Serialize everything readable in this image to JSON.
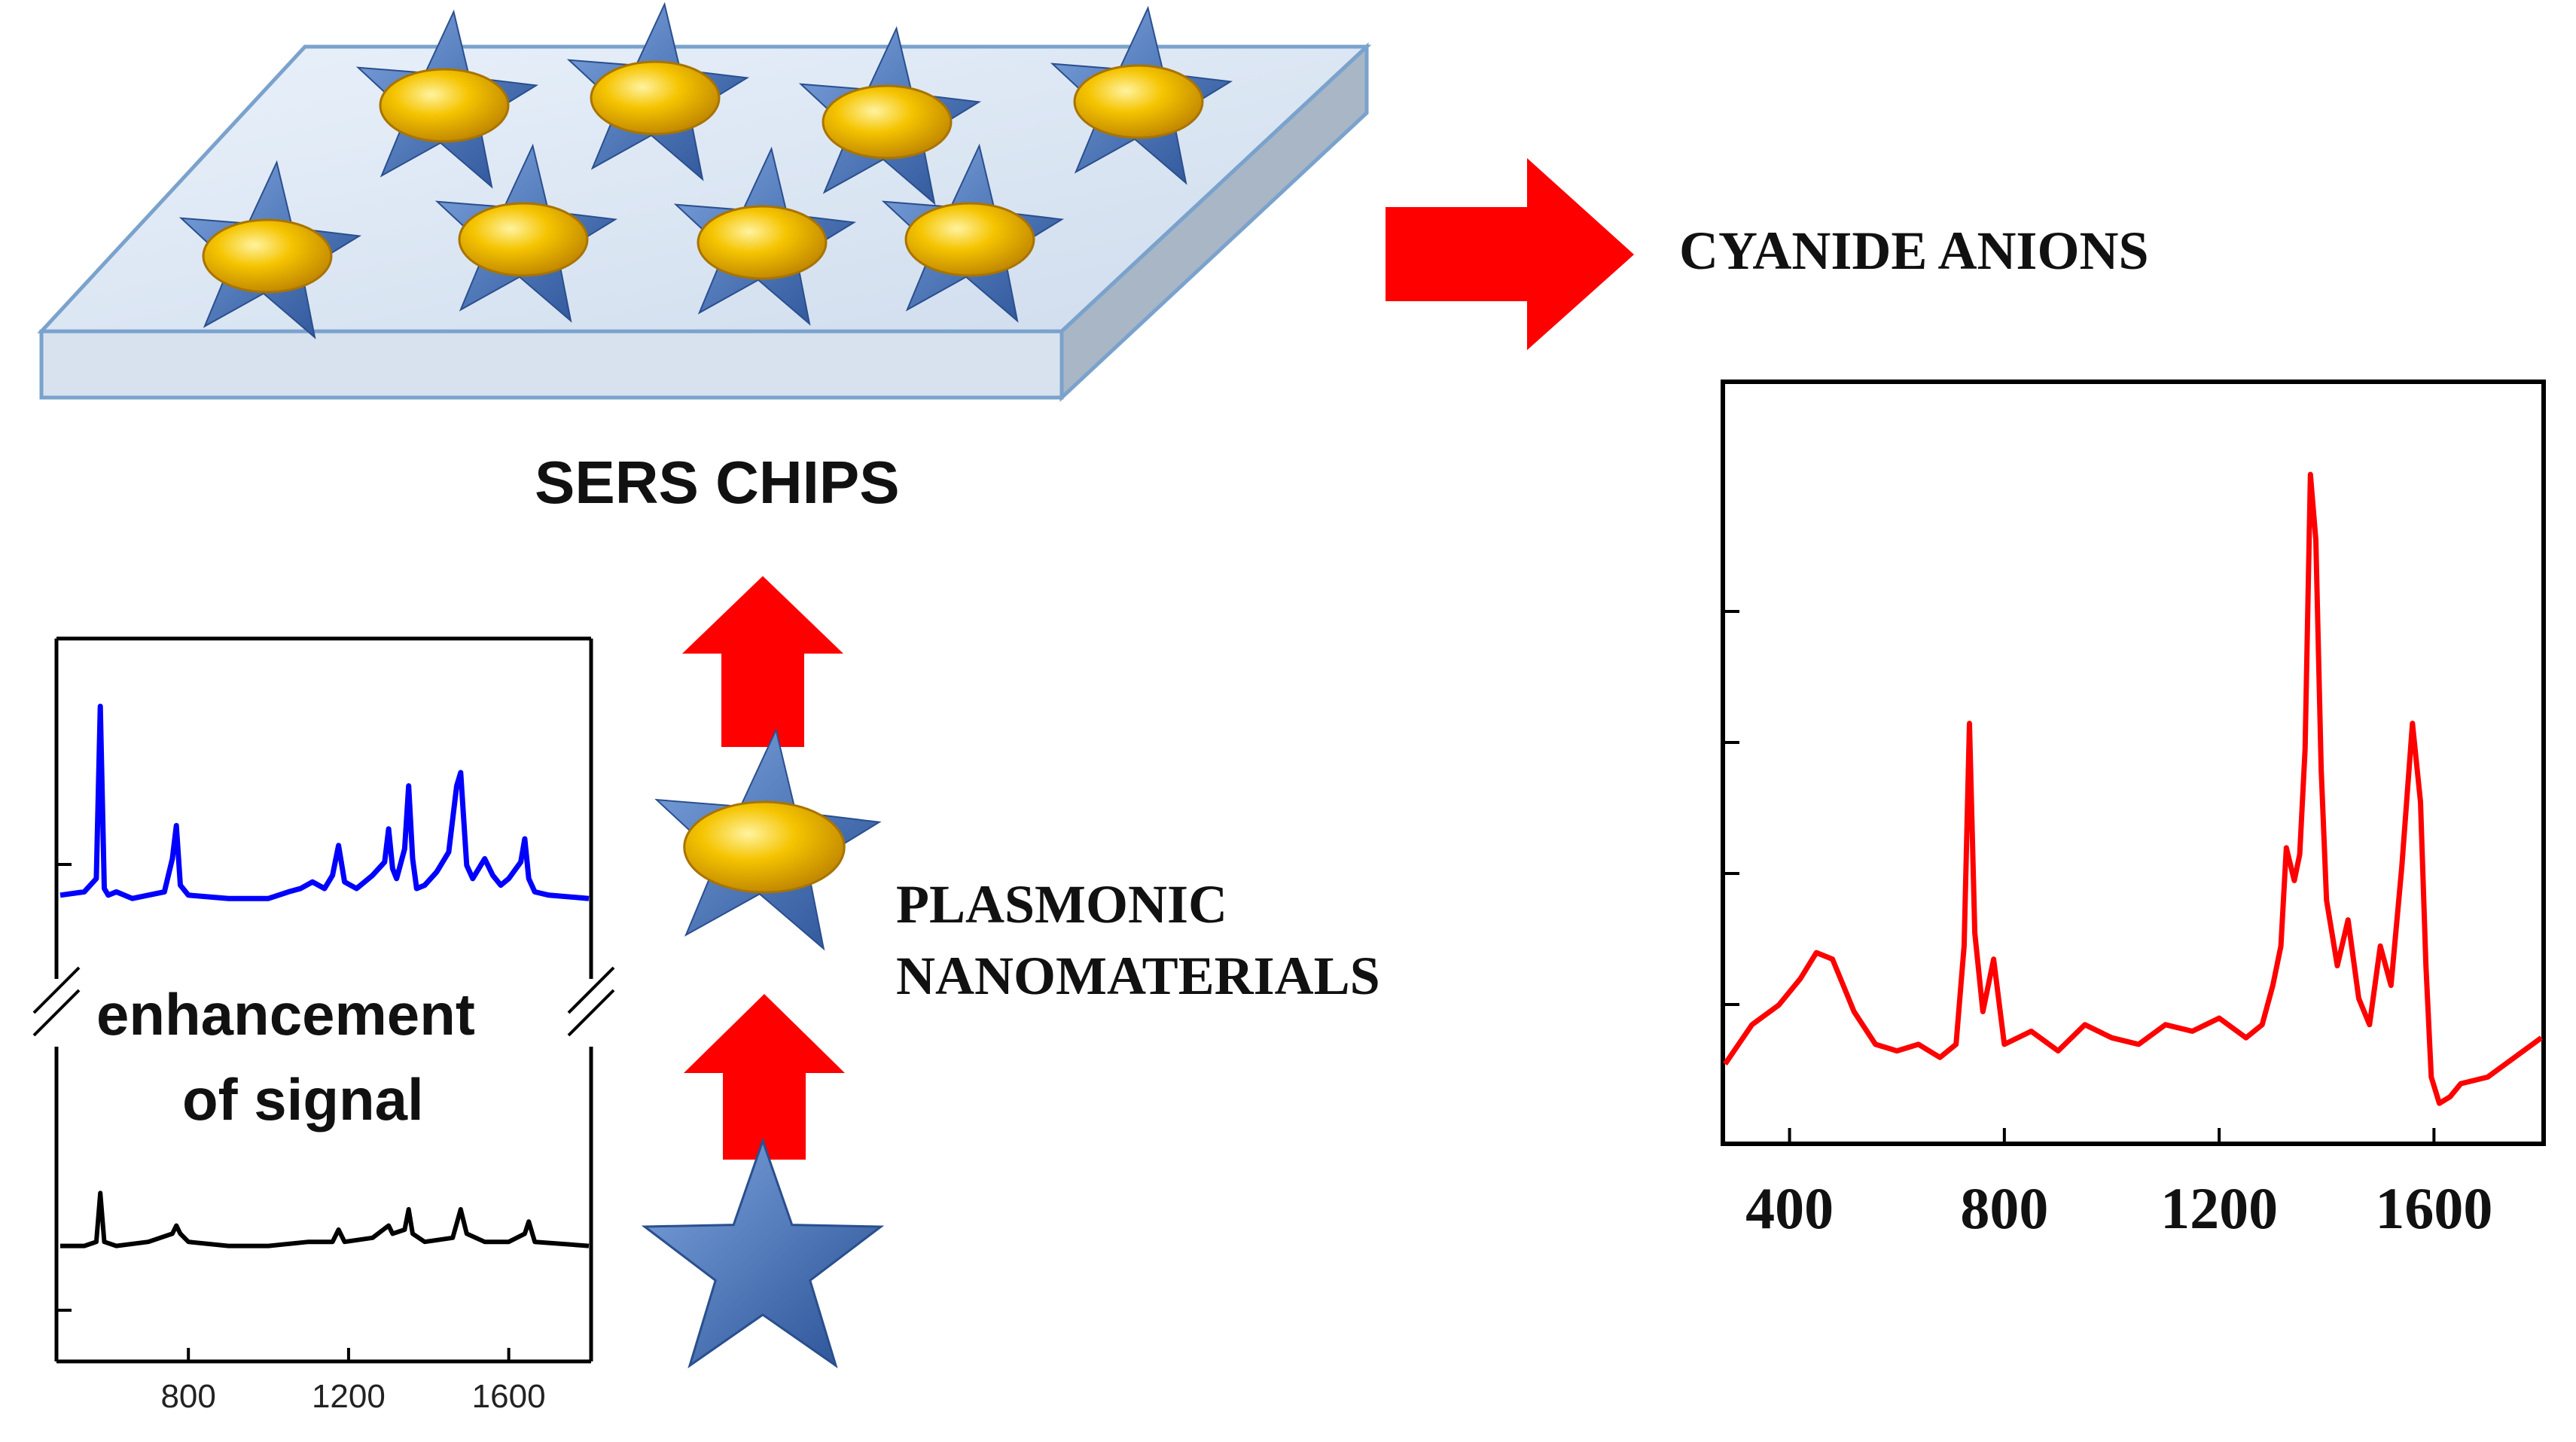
{
  "labels": {
    "sers_chips": "SERS CHIPS",
    "cyanide_anions": "CYANIDE ANIONS",
    "plasmonic_line1": "PLASMONIC",
    "plasmonic_line2": "NANOMATERIALS",
    "enhancement_line1": "enhancement",
    "enhancement_line2": "of signal"
  },
  "colors": {
    "arrow": "#ff0000",
    "chip_top": "#dde9f5",
    "chip_side": "#a8b6c6",
    "nanoparticle": "#f5c400",
    "star": "#3d6fb6",
    "sers_enhanced_line": "#0000ff",
    "raman_plain_line": "#000000",
    "cyanide_line": "#ff0000"
  },
  "icons": [
    "arrow-right-icon",
    "arrow-up-icon",
    "star-nanoparticle-icon",
    "star-icon",
    "chip-icon"
  ],
  "chart_data": [
    {
      "type": "line",
      "x_ticks": [
        800,
        1200,
        1600
      ],
      "xlim": [
        480,
        1800
      ],
      "axis_break": true,
      "series": [
        {
          "color": "#0000ff",
          "x": [
            480,
            540,
            570,
            580,
            590,
            600,
            620,
            660,
            700,
            740,
            760,
            770,
            780,
            800,
            900,
            1000,
            1050,
            1080,
            1110,
            1140,
            1160,
            1175,
            1190,
            1220,
            1260,
            1290,
            1300,
            1310,
            1320,
            1340,
            1350,
            1360,
            1370,
            1390,
            1420,
            1450,
            1470,
            1480,
            1495,
            1510,
            1540,
            1560,
            1580,
            1600,
            1630,
            1640,
            1650,
            1665,
            1700,
            1800
          ],
          "y": [
            0.03,
            0.04,
            0.08,
            0.6,
            0.05,
            0.03,
            0.04,
            0.02,
            0.03,
            0.04,
            0.14,
            0.24,
            0.06,
            0.03,
            0.02,
            0.02,
            0.04,
            0.05,
            0.07,
            0.05,
            0.09,
            0.18,
            0.07,
            0.05,
            0.09,
            0.13,
            0.23,
            0.11,
            0.08,
            0.17,
            0.36,
            0.14,
            0.05,
            0.06,
            0.1,
            0.16,
            0.36,
            0.4,
            0.12,
            0.08,
            0.14,
            0.09,
            0.06,
            0.08,
            0.13,
            0.2,
            0.08,
            0.04,
            0.03,
            0.02
          ]
        },
        {
          "color": "#000000",
          "x": [
            480,
            540,
            570,
            580,
            590,
            620,
            700,
            760,
            770,
            780,
            800,
            900,
            1000,
            1100,
            1160,
            1175,
            1190,
            1260,
            1300,
            1310,
            1340,
            1350,
            1360,
            1390,
            1460,
            1480,
            1495,
            1540,
            1600,
            1640,
            1650,
            1665,
            1800
          ],
          "y": [
            0.01,
            0.01,
            0.02,
            0.14,
            0.02,
            0.01,
            0.02,
            0.04,
            0.06,
            0.04,
            0.02,
            0.01,
            0.01,
            0.02,
            0.02,
            0.05,
            0.02,
            0.03,
            0.06,
            0.04,
            0.05,
            0.1,
            0.04,
            0.02,
            0.03,
            0.1,
            0.04,
            0.02,
            0.02,
            0.04,
            0.07,
            0.02,
            0.01
          ]
        }
      ]
    },
    {
      "type": "line",
      "x_ticks": [
        400,
        800,
        1200,
        1600
      ],
      "xlim": [
        280,
        1800
      ],
      "ylim": [
        0,
        1
      ],
      "series": [
        {
          "color": "#ff0000",
          "x": [
            280,
            330,
            380,
            420,
            450,
            480,
            500,
            520,
            560,
            600,
            640,
            680,
            710,
            725,
            735,
            745,
            760,
            780,
            800,
            850,
            900,
            950,
            1000,
            1050,
            1100,
            1150,
            1200,
            1250,
            1280,
            1300,
            1315,
            1325,
            1340,
            1350,
            1360,
            1370,
            1380,
            1390,
            1400,
            1410,
            1420,
            1440,
            1460,
            1480,
            1500,
            1520,
            1540,
            1560,
            1575,
            1585,
            1595,
            1610,
            1630,
            1650,
            1700,
            1750,
            1800
          ],
          "y": [
            0.1,
            0.16,
            0.19,
            0.23,
            0.27,
            0.26,
            0.22,
            0.18,
            0.13,
            0.12,
            0.13,
            0.11,
            0.13,
            0.28,
            0.62,
            0.3,
            0.18,
            0.26,
            0.13,
            0.15,
            0.12,
            0.16,
            0.14,
            0.13,
            0.16,
            0.15,
            0.17,
            0.14,
            0.16,
            0.22,
            0.28,
            0.43,
            0.38,
            0.42,
            0.58,
            1.0,
            0.9,
            0.55,
            0.35,
            0.3,
            0.25,
            0.32,
            0.2,
            0.16,
            0.28,
            0.22,
            0.4,
            0.62,
            0.5,
            0.25,
            0.08,
            0.04,
            0.05,
            0.07,
            0.08,
            0.11,
            0.14
          ]
        }
      ]
    }
  ]
}
